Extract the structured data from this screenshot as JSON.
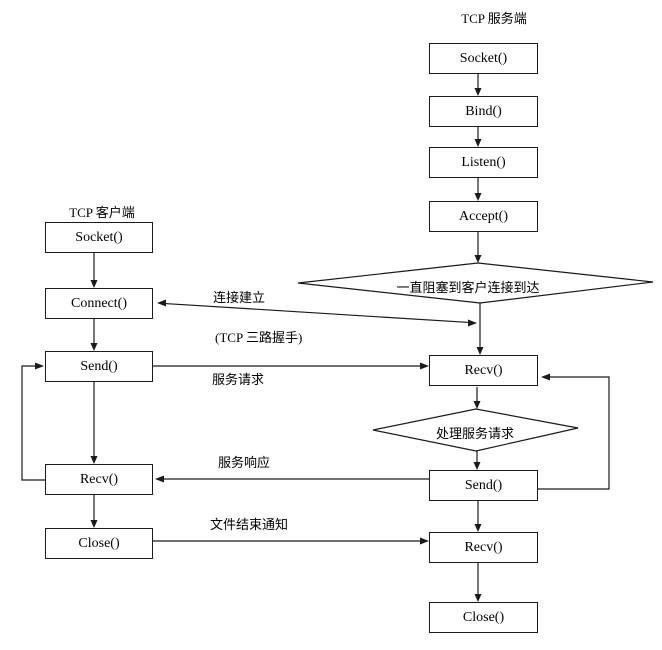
{
  "diagram": {
    "server": {
      "title": "TCP 服务端",
      "nodes": {
        "socket": "Socket()",
        "bind": "Bind()",
        "listen": "Listen()",
        "accept": "Accept()",
        "block_diamond": "一直阻塞到客户连接到达",
        "recv1": "Recv()",
        "process_diamond": "处理服务请求",
        "send": "Send()",
        "recv2": "Recv()",
        "close": "Close()"
      }
    },
    "client": {
      "title": "TCP 客户端",
      "nodes": {
        "socket": "Socket()",
        "connect": "Connect()",
        "send": "Send()",
        "recv": "Recv()",
        "close": "Close()"
      }
    },
    "edge_labels": {
      "establish": "连接建立",
      "handshake": "(TCP 三路握手)",
      "request": "服务请求",
      "response": "服务响应",
      "eof": "文件结束通知"
    },
    "colors": {
      "line": "#1a1a1a",
      "background": "#ffffff",
      "text": "#000000"
    }
  }
}
